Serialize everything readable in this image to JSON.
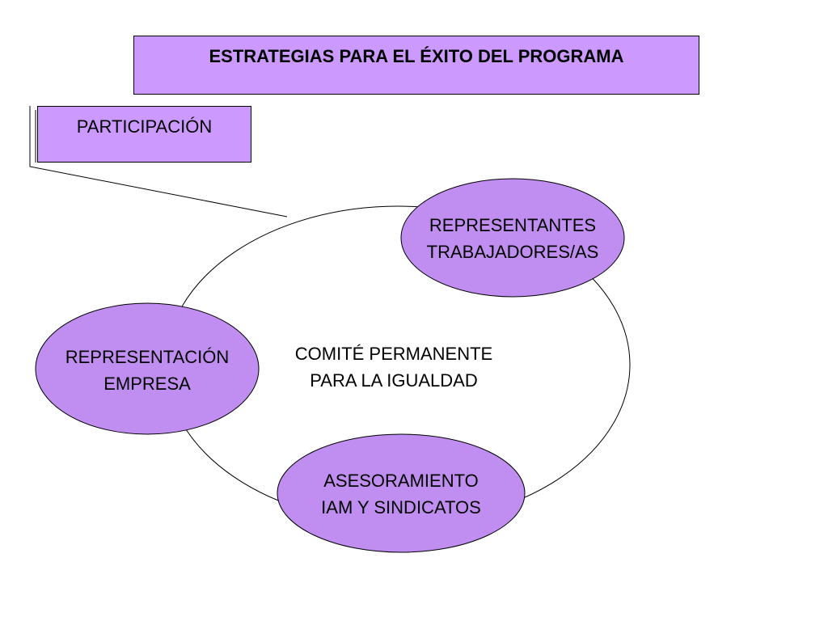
{
  "title": "ESTRATEGIAS PARA EL ÉXITO DEL PROGRAMA",
  "section_label": "PARTICIPACIÓN",
  "center": {
    "line1": "COMITÉ PERMANENTE",
    "line2": "PARA LA IGUALDAD"
  },
  "nodes": {
    "workers": {
      "line1": "REPRESENTANTES",
      "line2": "TRABAJADORES/AS"
    },
    "company": {
      "line1": "REPRESENTACIÓN",
      "line2": "EMPRESA"
    },
    "advisory": {
      "line1": "ASESORAMIENTO",
      "line2": "IAM Y SINDICATOS"
    }
  },
  "colors": {
    "fill_purple": "#cc99ff",
    "node_purple": "#c08ef0",
    "stroke": "#000000"
  }
}
